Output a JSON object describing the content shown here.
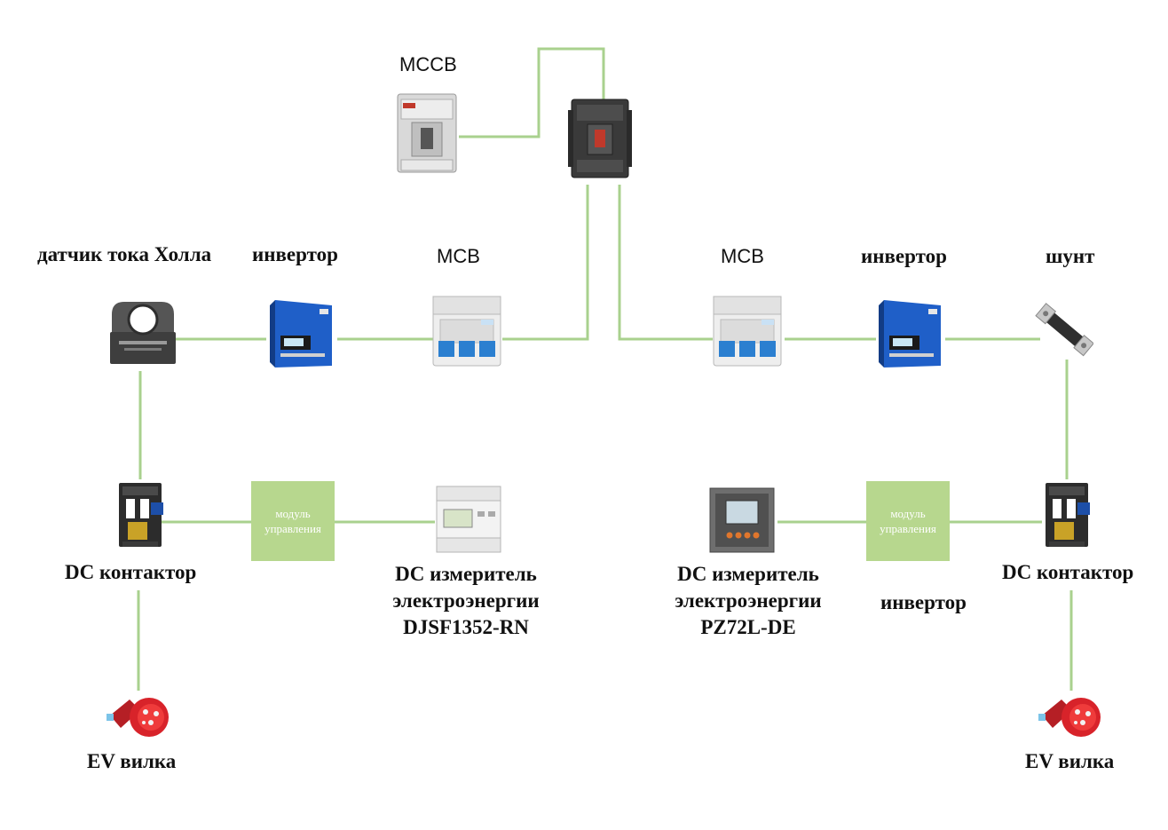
{
  "colors": {
    "wire": "#a9d18e",
    "module_fill": "#b7d78e",
    "inverter_blue": "#1f5fc8",
    "breaker_blue": "#2b7fd0",
    "plug_red": "#d8232a"
  },
  "labels": {
    "mccb": "MCCB",
    "hall_sensor": "датчик тока Холла",
    "inverter_left": "инвертор",
    "mcb_left": "MCB",
    "mcb_right": "MCB",
    "inverter_right": "инвертор",
    "shunt": "шунт",
    "dc_contactor_left": "DC контактор",
    "dc_contactor_right": "DC контактор",
    "meter_left_line1": "DC измеритель",
    "meter_left_line2": "электроэнергии",
    "meter_left_line3": "DJSF1352-RN",
    "meter_right_line1": "DC измеритель",
    "meter_right_line2": "электроэнергии",
    "meter_right_line3": "PZ72L-DE",
    "inverter_extra": "инвертор",
    "ev_plug_left": "EV вилка",
    "ev_plug_right": "EV вилка",
    "module_left_line1": "модуль",
    "module_left_line2": "управления",
    "module_right_line1": "модуль",
    "module_right_line2": "управления"
  },
  "icons": [
    "mccb-icon",
    "hall-sensor-icon",
    "inverter-icon",
    "mcb-icon",
    "shunt-icon",
    "contactor-icon",
    "din-meter-icon",
    "panel-meter-icon",
    "ev-plug-icon"
  ]
}
